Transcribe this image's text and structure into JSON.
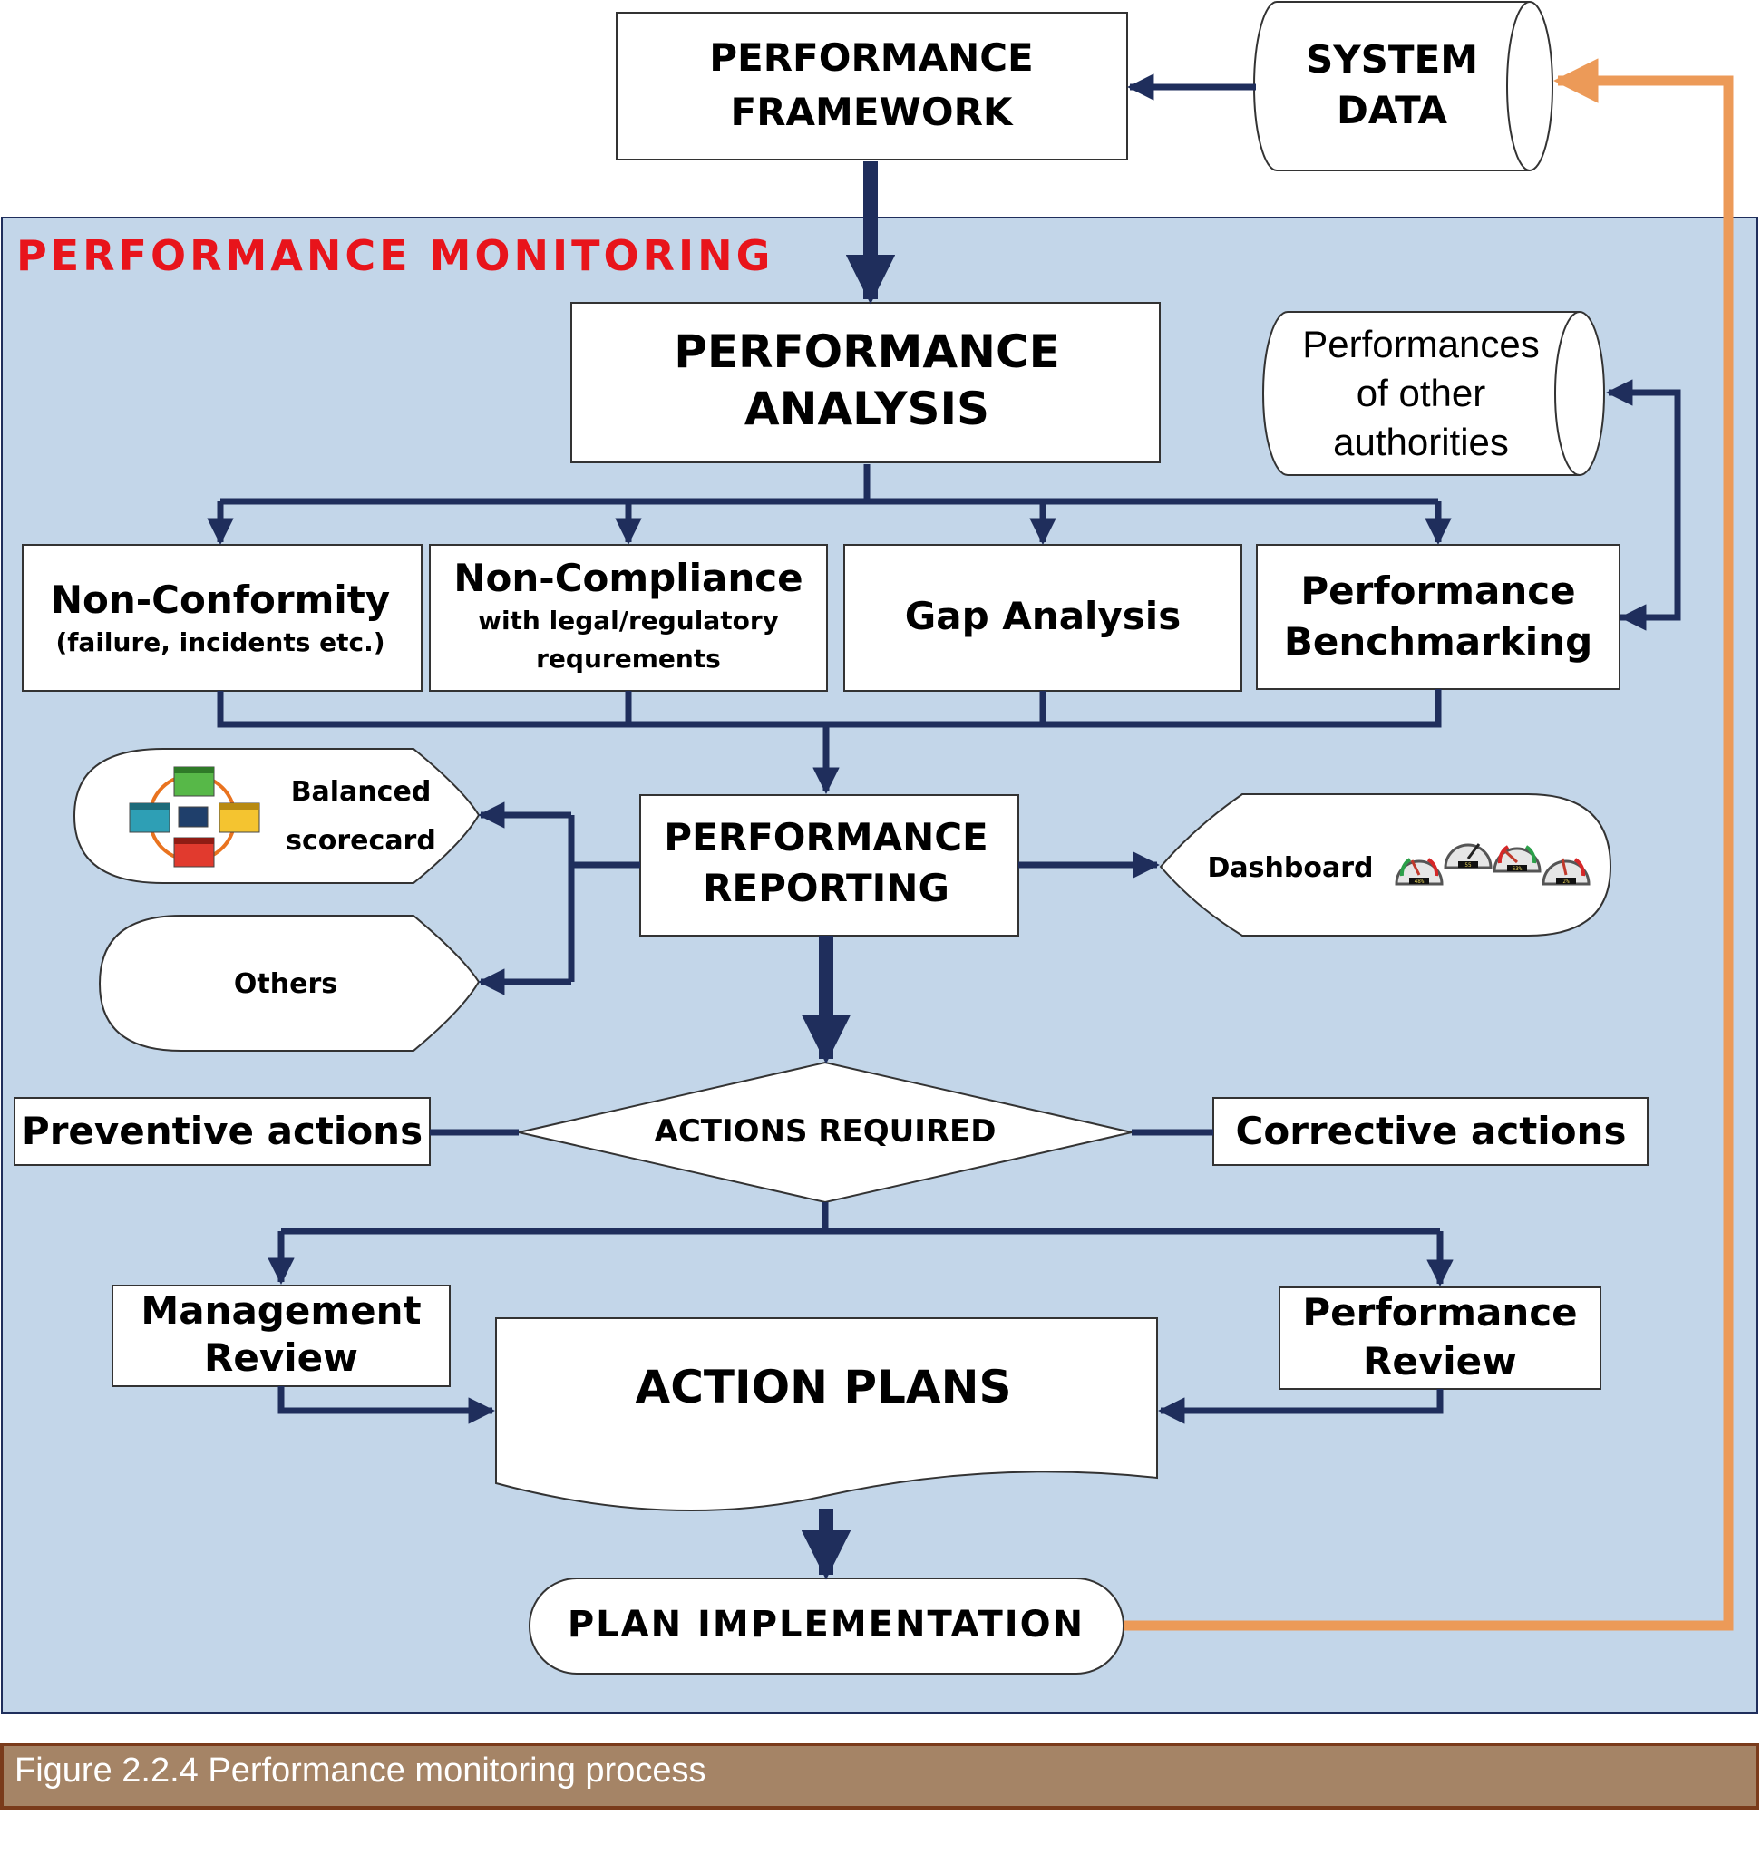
{
  "colors": {
    "panel_bg": "#c3d6e9",
    "arrow": "#1f2e5c",
    "loop_arrow": "#ec9a58",
    "section_title": "#e8141b",
    "caption_bg": "#a58466",
    "caption_border": "#7a3b1b",
    "caption_text": "#ffffff"
  },
  "nodes": {
    "framework": [
      "PERFORMANCE",
      "FRAMEWORK"
    ],
    "system_data": [
      "SYSTEM",
      "DATA"
    ],
    "section_title": "PERFORMANCE MONITORING",
    "analysis": [
      "PERFORMANCE",
      "ANALYSIS"
    ],
    "other_authorities": [
      "Performances",
      "of other",
      "authorities"
    ],
    "non_conformity": {
      "title": "Non-Conformity",
      "subtitle": "(failure, incidents etc.)"
    },
    "non_compliance": {
      "title": "Non-Compliance",
      "subtitle": [
        "with legal/regulatory",
        "requrements"
      ]
    },
    "gap_analysis": "Gap Analysis",
    "benchmarking": [
      "Performance",
      "Benchmarking"
    ],
    "balanced_scorecard": [
      "Balanced",
      "scorecard"
    ],
    "reporting": [
      "PERFORMANCE",
      "REPORTING"
    ],
    "dashboard": "Dashboard",
    "gauges": [
      "48%",
      "55",
      "63%",
      "2%"
    ],
    "others": "Others",
    "preventive": "Preventive actions",
    "actions_required": "ACTIONS REQUIRED",
    "corrective": "Corrective actions",
    "management_review": [
      "Management",
      "Review"
    ],
    "action_plans": "ACTION PLANS",
    "performance_review": [
      "Performance",
      "Review"
    ],
    "plan_implementation": "PLAN IMPLEMENTATION"
  },
  "caption": "Figure 2.2.4 Performance monitoring process"
}
